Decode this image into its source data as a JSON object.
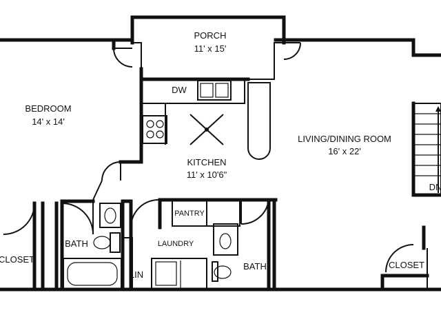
{
  "plan": {
    "rooms": [
      {
        "id": "porch",
        "name": "PORCH",
        "size": "11' x 15'"
      },
      {
        "id": "bedroom",
        "name": "BEDROOM",
        "size": "14' x 14'"
      },
      {
        "id": "kitchen",
        "name": "KITCHEN",
        "size": "11' x 10'6\""
      },
      {
        "id": "living",
        "name": "LIVING/DINING ROOM",
        "size": "16' x 22'"
      }
    ],
    "labels": {
      "dw": "DW",
      "pantry": "PANTRY",
      "laundry": "LAUNDRY",
      "bath1": "BATH",
      "bath2": "BATH",
      "closet1": "CLOSET",
      "closet2": "CLOSET",
      "lin": "LIN",
      "dn": "DN"
    }
  }
}
